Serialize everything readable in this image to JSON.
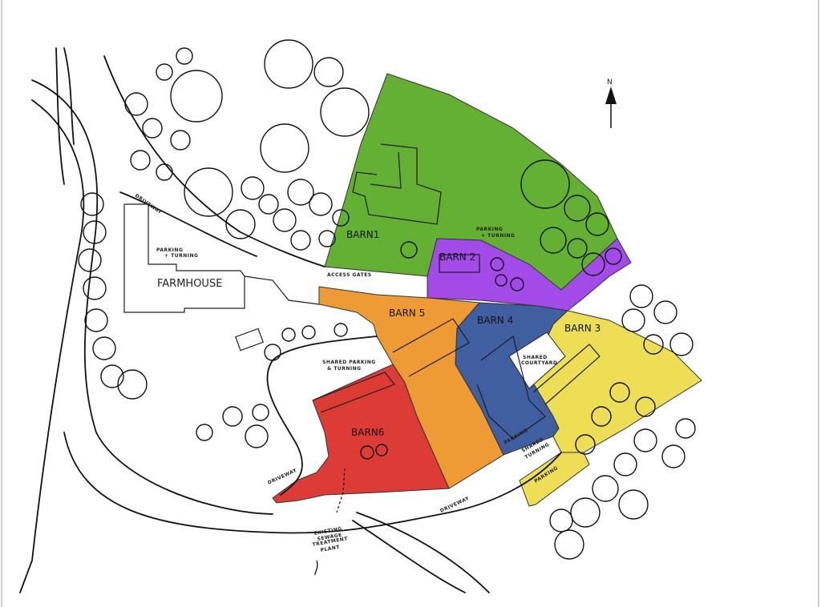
{
  "map": {
    "north_label": "N",
    "plots": [
      {
        "id": "barn1",
        "label": "BARN1",
        "color": "#64b032"
      },
      {
        "id": "barn2",
        "label": "BARN 2",
        "color": "#a24be8"
      },
      {
        "id": "barn3",
        "label": "BARN 3",
        "color": "#eede55"
      },
      {
        "id": "barn4",
        "label": "BARN 4",
        "color": "#3f5fa0"
      },
      {
        "id": "barn5",
        "label": "BARN 5",
        "color": "#ee9b35"
      },
      {
        "id": "barn6",
        "label": "BARN6",
        "color": "#dd3b35"
      }
    ],
    "labels": {
      "farmhouse": "FARMHOUSE",
      "parking_turning_nw": "PARKING",
      "parking_turning_nw_2": "+ TURNING",
      "parking_turning_barn1": "PARKING",
      "parking_turning_barn1_2": "+ TURNING",
      "access_gates": "ACCESS GATES",
      "shared_parking_1": "SHARED PARKING",
      "shared_parking_2": "& TURNING",
      "shared_courtyard_1": "SHARED",
      "shared_courtyard_2": "COURTYARD",
      "shared_turning_1": "SHARED",
      "shared_turning_2": "TURNING",
      "parking_blue": "PARKING",
      "parking_yellow": "PARKING",
      "driveway_north": "DRIVEWAY",
      "driveway_south": "DRIVEWAY",
      "driveway_east": "DRIVEWAY",
      "sewage_1": "EXISTING",
      "sewage_2": "SEWAGE",
      "sewage_3": "TREATMENT",
      "sewage_4": "PLANT"
    }
  }
}
